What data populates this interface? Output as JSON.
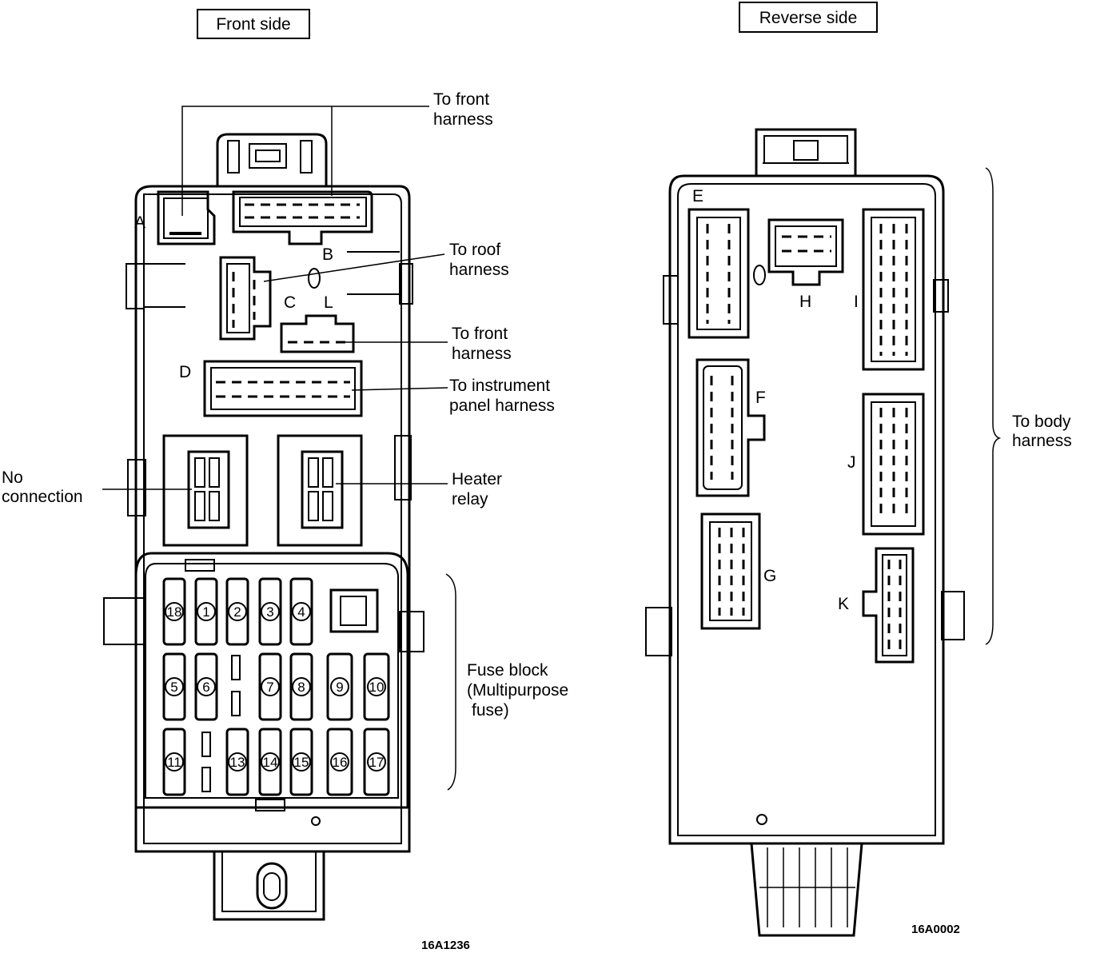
{
  "front": {
    "title": "Front side",
    "labels": {
      "A": "A",
      "B": "B",
      "C": "C",
      "L": "L",
      "D": "D"
    },
    "callouts": {
      "front_harness_top": [
        "To front",
        "harness"
      ],
      "roof_harness": [
        "To roof",
        "harness"
      ],
      "front_harness_mid": [
        "To front",
        "harness"
      ],
      "instrument_panel": [
        "To instrument",
        "panel harness"
      ],
      "no_connection": [
        "No",
        "connection"
      ],
      "heater_relay": [
        "Heater",
        "relay"
      ],
      "fuse_block": [
        "Fuse block",
        "(Multipurpose",
        "fuse)"
      ]
    },
    "fuses": [
      "18",
      "1",
      "2",
      "3",
      "4",
      "5",
      "6",
      "7",
      "8",
      "9",
      "10",
      "11",
      "13",
      "14",
      "15",
      "16",
      "17"
    ],
    "code": "16A1236"
  },
  "reverse": {
    "title": "Reverse side",
    "labels": {
      "E": "E",
      "H": "H",
      "I": "I",
      "F": "F",
      "J": "J",
      "G": "G",
      "K": "K"
    },
    "callouts": {
      "body_harness": [
        "To body",
        "harness"
      ]
    },
    "code": "16A0002"
  }
}
